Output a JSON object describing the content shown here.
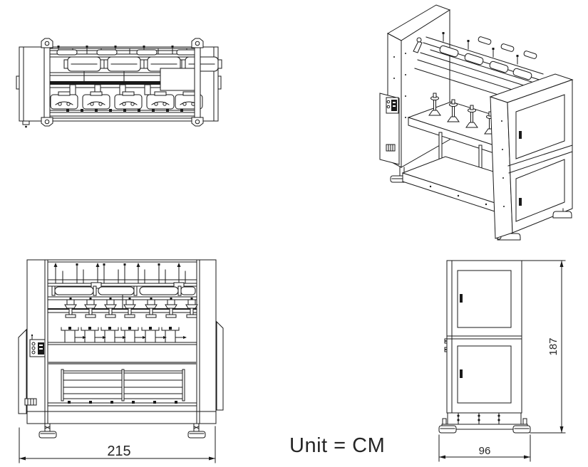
{
  "colors": {
    "background": "#ffffff",
    "line": "#1a1a1a"
  },
  "unit_label": "Unit = CM",
  "dimensions": {
    "front_width_cm": "215",
    "side_width_cm": "96",
    "height_cm": "187"
  }
}
